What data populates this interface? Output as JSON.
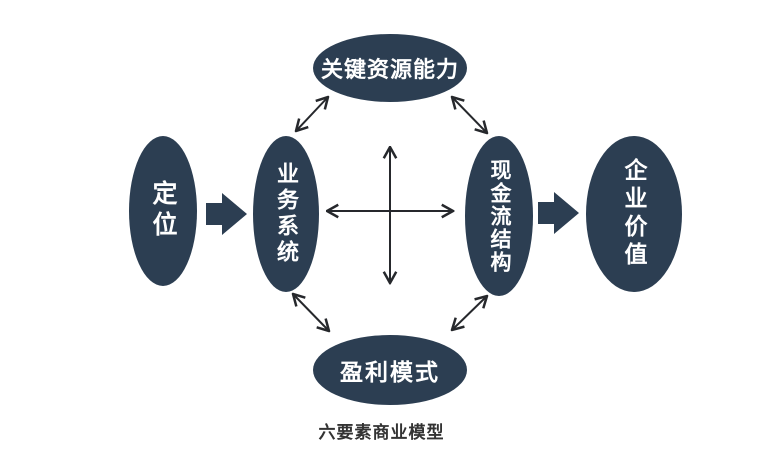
{
  "diagram": {
    "caption": "六要素商业模型",
    "nodes": {
      "positioning": {
        "label": "定位"
      },
      "business_system": {
        "label": "业务系统"
      },
      "key_resources": {
        "label": "关键资源能力"
      },
      "cash_flow": {
        "label": "现金流结构"
      },
      "enterprise_value": {
        "label": "企业价值"
      },
      "profit_model": {
        "label": "盈利模式"
      }
    },
    "connections": [
      {
        "from": "定位",
        "to": "业务系统",
        "style": "solid-block-arrow",
        "direction": "one-way"
      },
      {
        "from": "现金流结构",
        "to": "企业价值",
        "style": "solid-block-arrow",
        "direction": "one-way"
      },
      {
        "from": "业务系统",
        "to": "现金流结构",
        "style": "thin-line",
        "direction": "two-way"
      },
      {
        "from": "关键资源能力",
        "to": "盈利模式",
        "style": "thin-line",
        "direction": "two-way"
      },
      {
        "from": "业务系统",
        "to": "关键资源能力",
        "style": "thin-line",
        "direction": "two-way"
      },
      {
        "from": "关键资源能力",
        "to": "现金流结构",
        "style": "thin-line",
        "direction": "two-way"
      },
      {
        "from": "业务系统",
        "to": "盈利模式",
        "style": "thin-line",
        "direction": "two-way"
      },
      {
        "from": "盈利模式",
        "to": "现金流结构",
        "style": "thin-line",
        "direction": "two-way"
      }
    ],
    "colors": {
      "node_fill": "#2c3e52",
      "node_text": "#ffffff",
      "line_arrow": "#26282c",
      "caption_text": "#333333",
      "background": "#ffffff"
    }
  }
}
